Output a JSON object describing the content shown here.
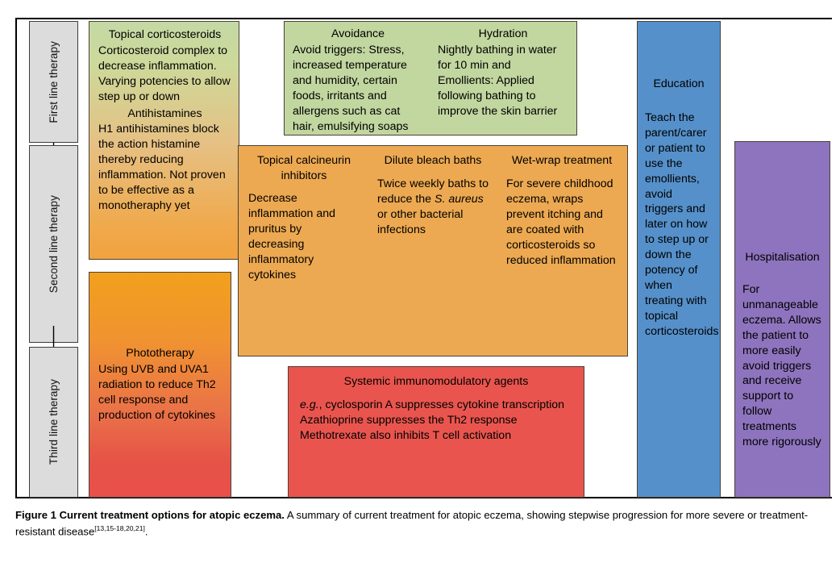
{
  "figure": {
    "caption_bold": "Figure 1  Current treatment options for atopic eczema.",
    "caption_rest": " A summary of current treatment for atopic eczema, showing stepwise progression for more severe or treatment-resistant disease",
    "caption_ref": "[13,15-18,20,21]",
    "caption_end": "."
  },
  "stages": [
    {
      "label": "First line therapy"
    },
    {
      "label": "Second line therapy"
    },
    {
      "label": "Third line therapy"
    }
  ],
  "boxes": {
    "first_line": {
      "title_1": "Topical corticosteroids",
      "body_1": "Corticosteroid complex to decrease inflammation. Varying potencies to allow step up or down",
      "title_2": "Antihistamines",
      "body_2": "H1 antihistamines block the action histamine thereby reducing inflammation. Not proven to be effective as a monotheraphy yet"
    },
    "avoidance": {
      "title": "Avoidance",
      "body": "Avoid triggers: Stress, increased temperature and humidity, certain foods, irritants and allergens such as cat hair, emulsifying soaps"
    },
    "hydration": {
      "title": "Hydration",
      "body": "Nightly bathing in water for 10 min and Emollients: Applied following bathing to improve the skin barrier"
    },
    "calcineurin": {
      "title": "Topical calcineurin inhibitors",
      "body": "Decrease inflammation and pruritus by decreasing inflammatory cytokines"
    },
    "bleach_baths": {
      "title": "Dilute bleach baths",
      "body_a": "Twice weekly baths to reduce the ",
      "body_italic": "S. aureus",
      "body_b": " or other bacterial infections"
    },
    "wet_wrap": {
      "title": "Wet-wrap treatment",
      "body": "For severe childhood eczema, wraps prevent itching and are coated with corticosteroids so  reduced inflammation"
    },
    "phototherapy": {
      "title": "Phototherapy",
      "body": "Using UVB and UVA1 radiation to reduce Th2 cell response and production of cytokines"
    },
    "systemic": {
      "title": "Systemic immunomodulatory agents",
      "eg_italic": "e.g.",
      "line_1": ", cyclosporin A suppresses cytokine transcription",
      "line_2": "Azathioprine suppresses the Th2 response",
      "line_3": "Methotrexate also inhibits T cell activation"
    },
    "education": {
      "title": "Education",
      "body": "Teach the parent/carer or patient to use the emollients, avoid triggers and later on how to step up or down the potency of when treating with topical corticosteroids"
    },
    "hospitalisation": {
      "title": "Hospitalisation",
      "body": "For unmanageable eczema. Allows the patient to more easily avoid triggers and receive support to follow treatments more rigorously"
    }
  },
  "colors": {
    "green": "#c2d6a0",
    "orange": "#eda951",
    "red": "#e9554e",
    "blue": "#5590ca",
    "purple": "#8e74be",
    "grey": "#dcdcdc",
    "border": "#4a4137"
  }
}
